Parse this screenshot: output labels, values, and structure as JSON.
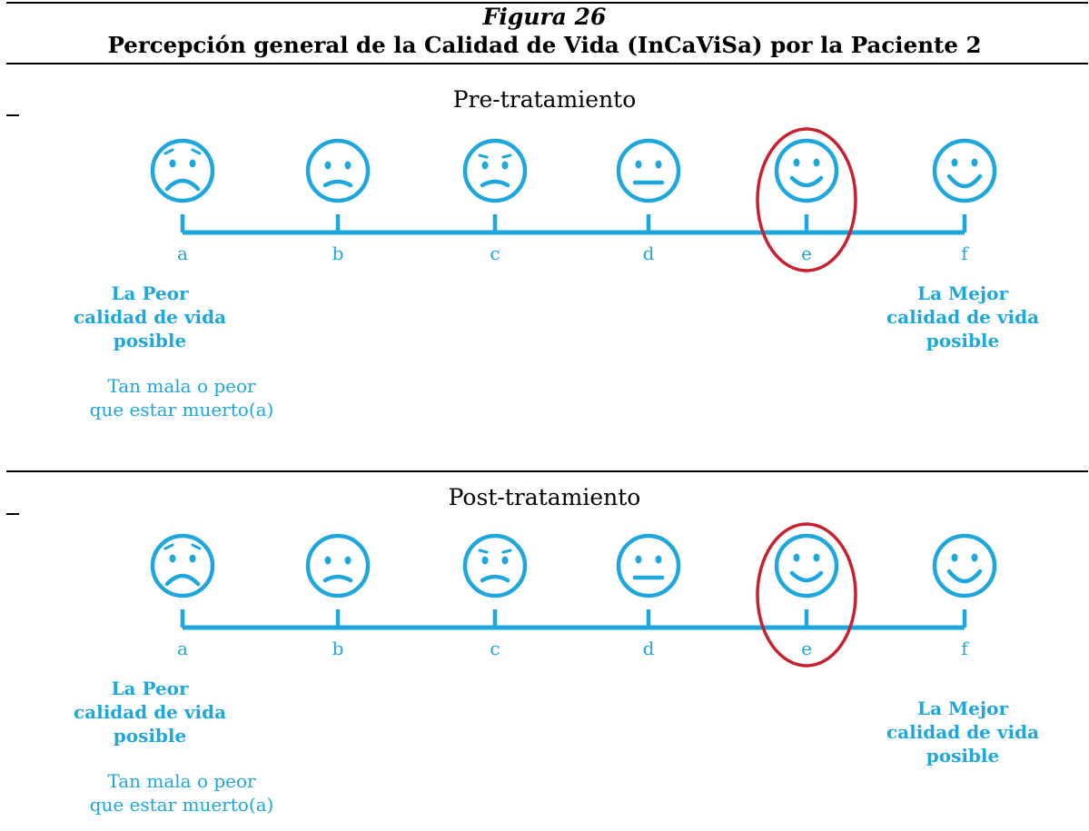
{
  "figure": {
    "number": "Figura 26",
    "title": "Percepción general de la Calidad de Vida (InCaViSa) por la Paciente 2"
  },
  "scale_letters": [
    "a",
    "b",
    "c",
    "d",
    "e",
    "f"
  ],
  "faces": [
    "sad-face-icon",
    "slightly-sad-face-icon",
    "worried-face-icon",
    "neutral-face-icon",
    "smiling-face-icon",
    "happy-face-icon"
  ],
  "colors": {
    "scale": "#1ea7dc",
    "highlight": "#c8202f"
  },
  "sections": [
    {
      "label": "Pre-tratamiento",
      "selected": "e",
      "worst": {
        "line1": "La Peor",
        "line2": "calidad de vida",
        "line3": "posible",
        "note1": "Tan mala o peor",
        "note2": "que estar muerto(a)"
      },
      "best": {
        "line1": "La Mejor",
        "line2": "calidad de vida",
        "line3": "posible"
      }
    },
    {
      "label": "Post-tratamiento",
      "selected": "e",
      "worst": {
        "line1": "La Peor",
        "line2": "calidad de vida",
        "line3": "posible",
        "note1": "Tan mala o peor",
        "note2": "que estar muerto(a)"
      },
      "best": {
        "line1": "La Mejor",
        "line2": "calidad de vida",
        "line3": "posible"
      }
    }
  ]
}
